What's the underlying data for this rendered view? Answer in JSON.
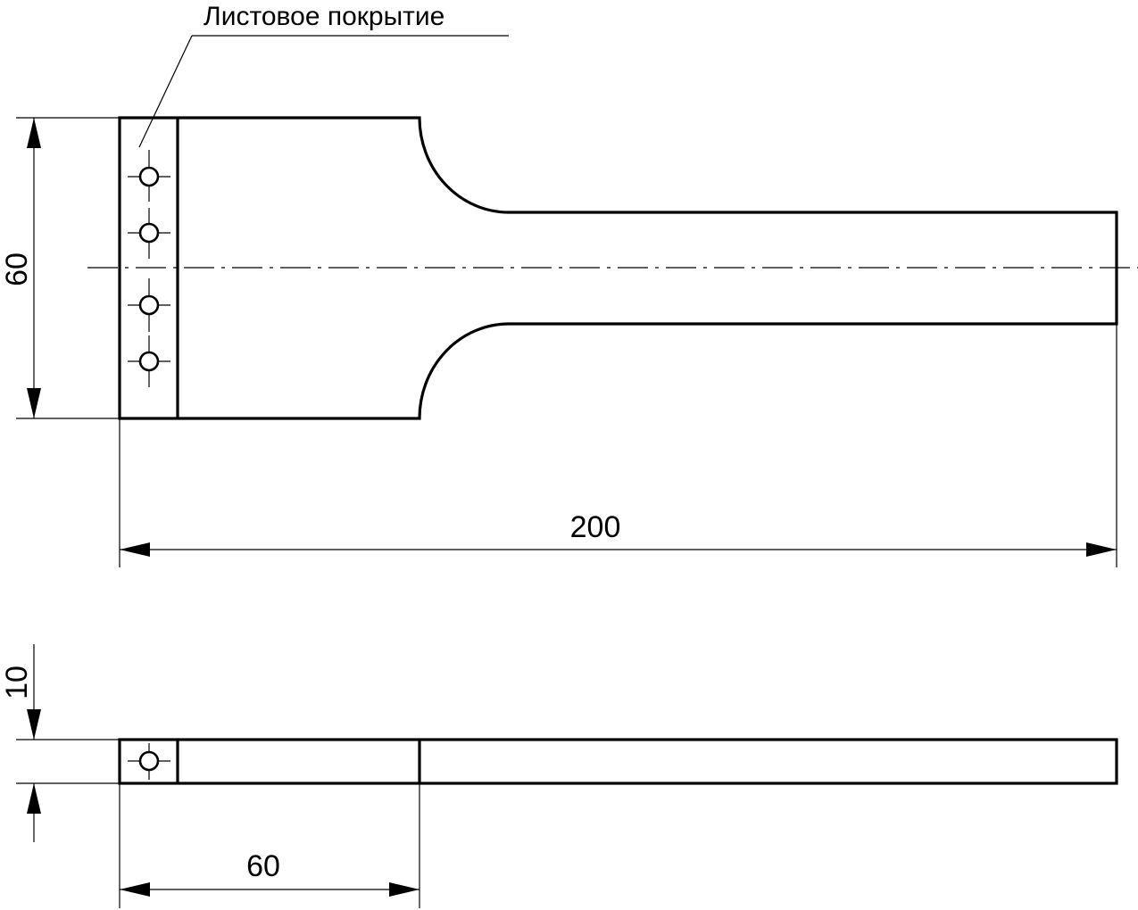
{
  "drawing": {
    "note_label": "Листовое покрытие",
    "top_view": {
      "dim_height": "60",
      "dim_length": "200"
    },
    "side_view": {
      "dim_thickness": "10",
      "dim_grip_length": "60"
    },
    "line_color": "#000000",
    "background_color": "#ffffff"
  }
}
